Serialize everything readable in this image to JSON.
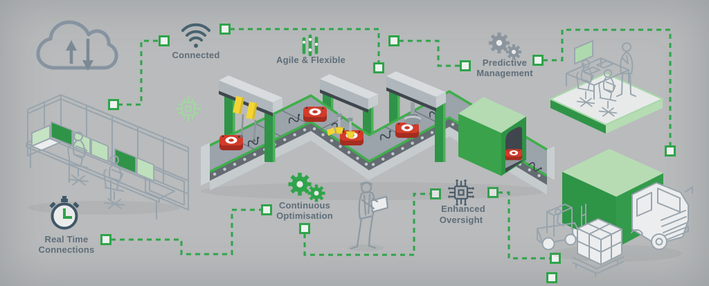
{
  "title": "Smart connected factory concept diagram",
  "labels": {
    "connected": "Connected",
    "agile": "Agile & Flexible",
    "predictive": {
      "line1": "Predictive",
      "line2": "Management"
    },
    "real_time": {
      "line1": "Real Time",
      "line2": "Connections"
    },
    "continuous": {
      "line1": "Continuous",
      "line2": "Optimisation"
    },
    "enhanced": {
      "line1": "Enhanced",
      "line2": "Oversight"
    }
  },
  "icons": {
    "cloud": "cloud-sync-icon",
    "wifi": "wifi-icon",
    "sliders": "sliders-icon",
    "gears_gray": "gears-icon",
    "gears_green": "gears-icon",
    "chip_green": "microchip-icon",
    "chip_dark": "microchip-icon",
    "stopwatch": "stopwatch-icon"
  },
  "colors": {
    "accent_green": "#2fa44a",
    "dark_green": "#2f9447",
    "light_green": "#b5dcb2",
    "slate_icon": "#47626f",
    "label_gray": "#5e6d79",
    "item_red": "#d23b2a",
    "tool_yellow": "#f2d535",
    "belt_gray": "#9ba3ab",
    "outline_gray": "#98a4ad"
  }
}
